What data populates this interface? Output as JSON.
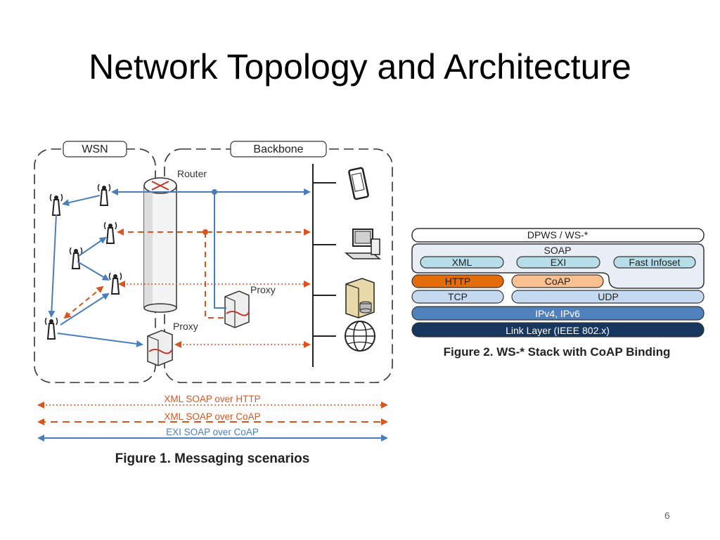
{
  "slide": {
    "title": "Network Topology and Architecture",
    "page_number": "6"
  },
  "figure1": {
    "wsn_label": "WSN",
    "backbone_label": "Backbone",
    "router_label": "Router",
    "proxy_top_label": "Proxy",
    "proxy_bottom_label": "Proxy",
    "legend": [
      "XML SOAP over HTTP",
      "XML SOAP over CoAP",
      "EXI SOAP over CoAP"
    ],
    "caption": "Figure 1. Messaging scenarios"
  },
  "figure2": {
    "dpws": "DPWS / WS-*",
    "soap": "SOAP",
    "xml": "XML",
    "exi": "EXI",
    "fast_infoset": "Fast Infoset",
    "http": "HTTP",
    "coap": "CoAP",
    "tcp": "TCP",
    "udp": "UDP",
    "ip": "IPv4, IPv6",
    "link": "Link Layer (IEEE 802.x)",
    "caption": "Figure 2. WS-* Stack with CoAP Binding"
  },
  "colors": {
    "blue_line": "#4a7ebb",
    "orange_line": "#d9541e",
    "layer_light_blue": "#c5d9f1",
    "layer_teal": "#b7dde8",
    "layer_orange": "#e46c0a",
    "layer_peach": "#fac090",
    "layer_blue": "#4f81bd",
    "layer_navy": "#17375e"
  }
}
